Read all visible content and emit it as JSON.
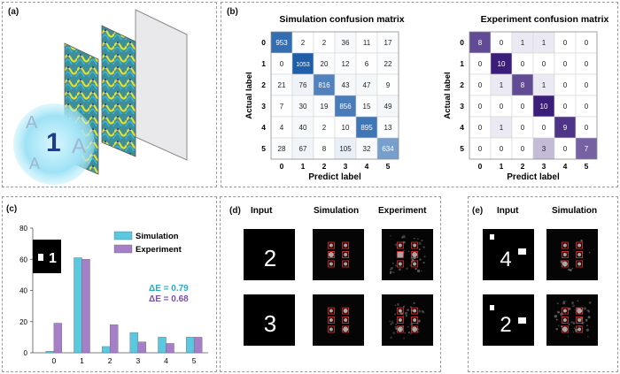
{
  "panel_labels": {
    "a": "(a)",
    "b": "(b)",
    "c": "(c)",
    "d": "(d)",
    "e": "(e)"
  },
  "panel_a": {
    "digit": "1",
    "letter": "A"
  },
  "chart_data": [
    {
      "type": "heatmap",
      "title": "Simulation confusion matrix",
      "xlabel": "Predict label",
      "ylabel": "Actual label",
      "x_ticks": [
        "0",
        "1",
        "2",
        "3",
        "4",
        "5"
      ],
      "y_ticks": [
        "0",
        "1",
        "2",
        "3",
        "4",
        "5"
      ],
      "matrix": [
        [
          953,
          2,
          2,
          36,
          11,
          17
        ],
        [
          0,
          1053,
          20,
          12,
          6,
          22
        ],
        [
          21,
          76,
          816,
          43,
          47,
          9
        ],
        [
          7,
          30,
          19,
          856,
          15,
          49
        ],
        [
          4,
          40,
          2,
          10,
          895,
          13
        ],
        [
          28,
          67,
          8,
          105,
          32,
          634
        ]
      ],
      "color_scale": [
        "#ffffff",
        "#1f5ea8"
      ]
    },
    {
      "type": "heatmap",
      "title": "Experiment confusion matrix",
      "xlabel": "Predict label",
      "ylabel": "Actual label",
      "x_ticks": [
        "0",
        "1",
        "2",
        "3",
        "4",
        "5"
      ],
      "y_ticks": [
        "0",
        "1",
        "2",
        "3",
        "4",
        "5"
      ],
      "matrix": [
        [
          8,
          0,
          1,
          1,
          0,
          0
        ],
        [
          0,
          10,
          0,
          0,
          0,
          0
        ],
        [
          0,
          1,
          8,
          1,
          0,
          0
        ],
        [
          0,
          0,
          0,
          10,
          0,
          0
        ],
        [
          0,
          1,
          0,
          0,
          9,
          0
        ],
        [
          0,
          0,
          0,
          3,
          0,
          7
        ]
      ],
      "color_scale": [
        "#ffffff",
        "#3b1e7a"
      ]
    },
    {
      "type": "bar",
      "categories": [
        "0",
        "1",
        "2",
        "3",
        "4",
        "5"
      ],
      "series": [
        {
          "name": "Simulation",
          "values": [
            1,
            61,
            4,
            13,
            10,
            10
          ],
          "color": "#5bc8e0"
        },
        {
          "name": "Experiment",
          "values": [
            19,
            60,
            18,
            7,
            6,
            10
          ],
          "color": "#a77fc9"
        }
      ],
      "ylim": [
        0,
        80
      ],
      "y_ticks": [
        0,
        20,
        40,
        60,
        80
      ],
      "annotations": [
        {
          "text": "ΔE = 0.79",
          "color": "#2aa9c7"
        },
        {
          "text": "ΔE = 0.68",
          "color": "#7a4fa6"
        }
      ],
      "legend": "top-right",
      "inset_digit": "1"
    }
  ],
  "panel_d": {
    "columns": [
      "Input",
      "Simulation",
      "Experiment"
    ],
    "input_digits": [
      "2",
      "3"
    ]
  },
  "panel_e": {
    "columns": [
      "Input",
      "Simulation"
    ],
    "input_digits": [
      "4",
      "2"
    ]
  }
}
